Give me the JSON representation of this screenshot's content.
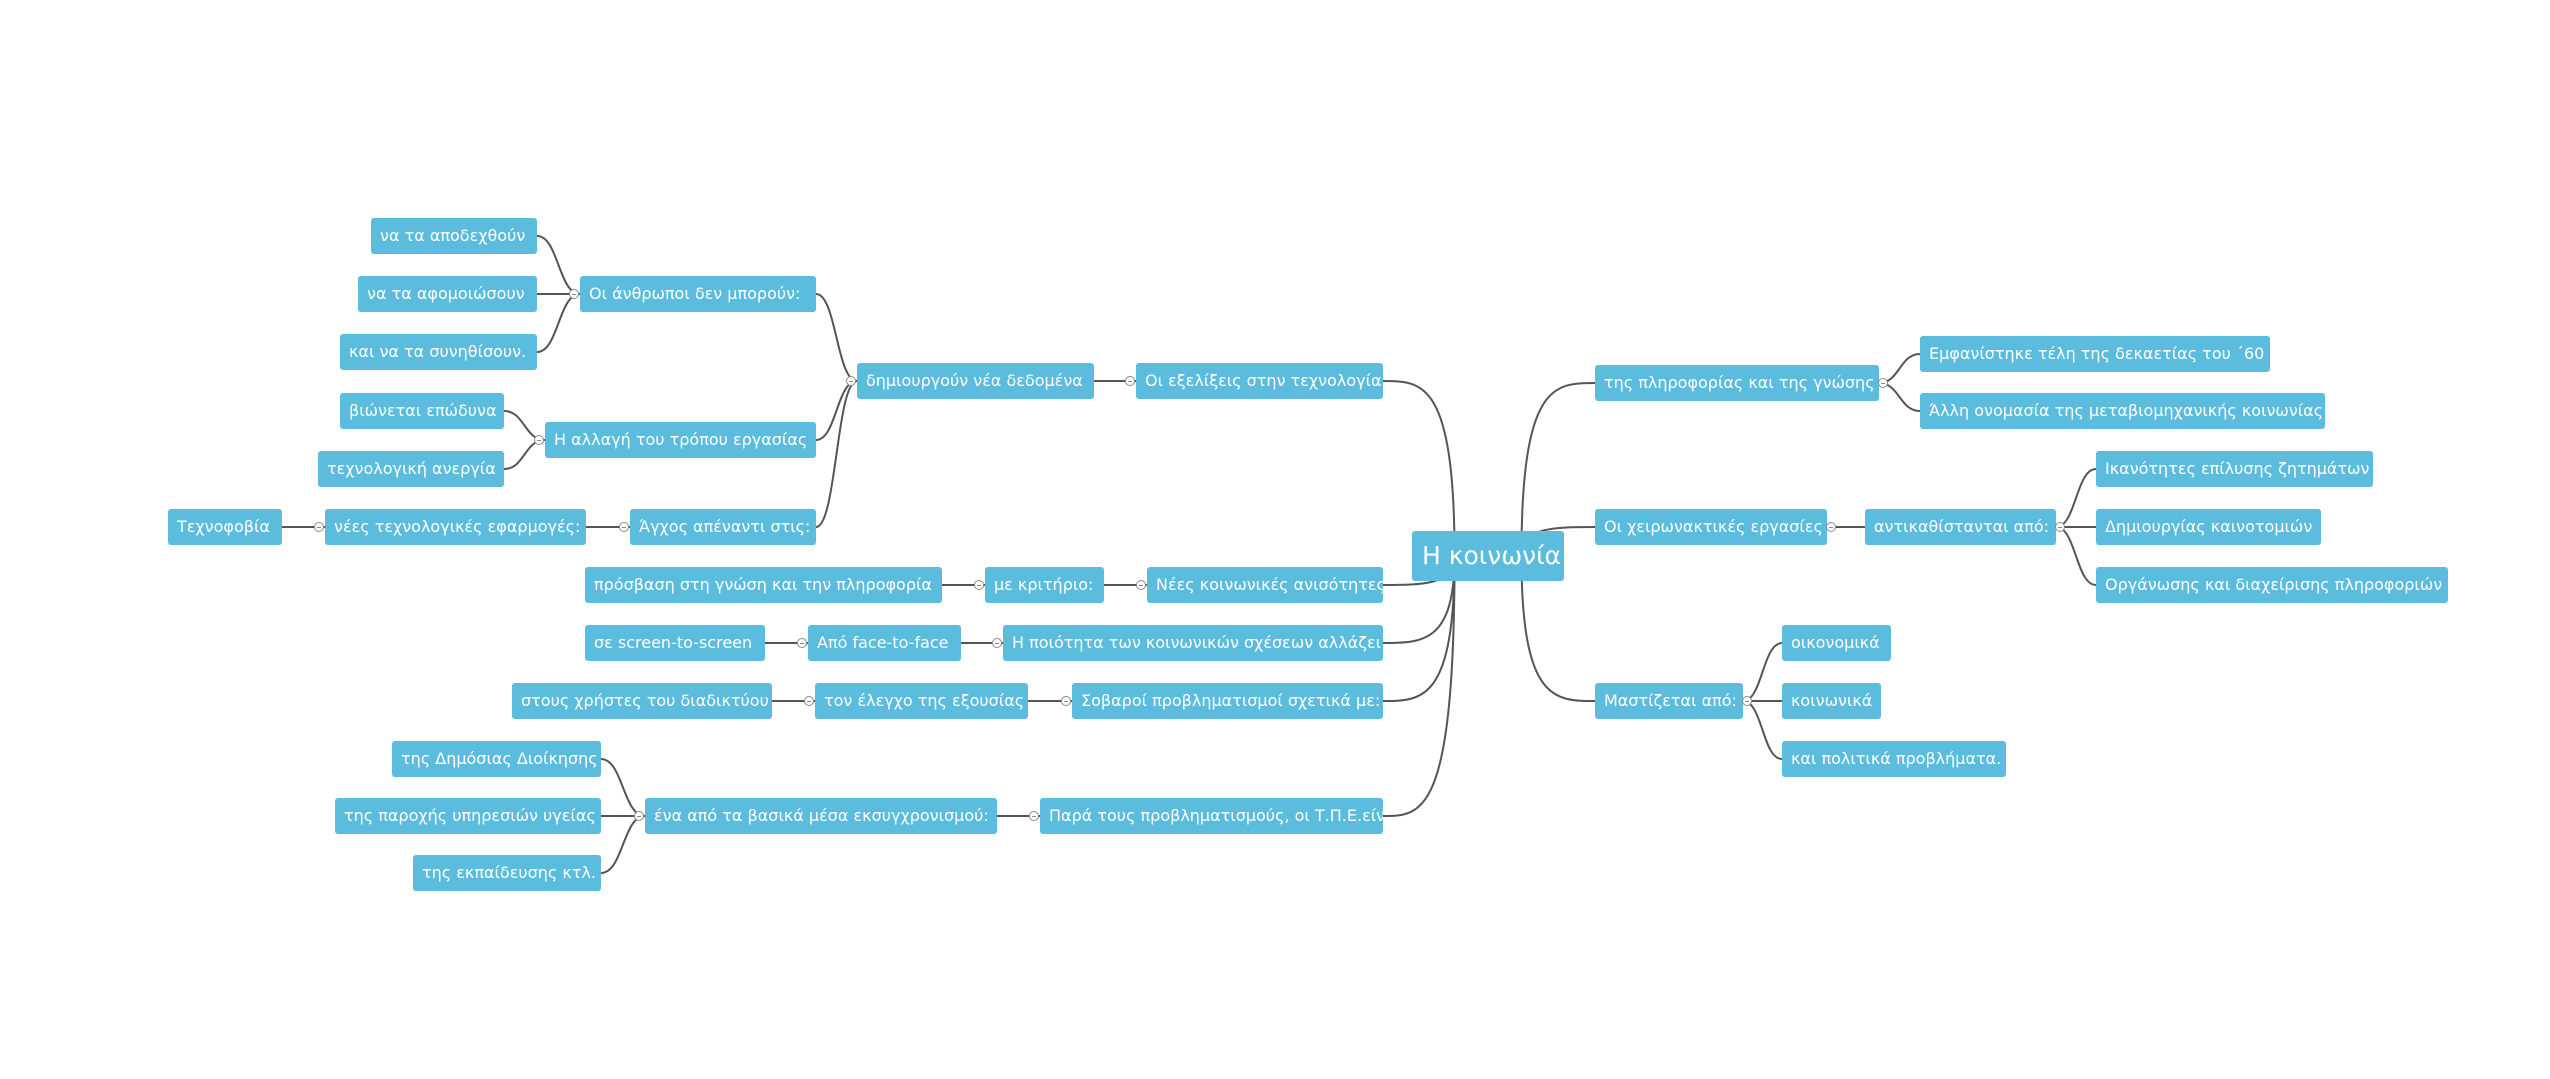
{
  "mindmap": {
    "root": "Η κοινωνία",
    "nodes": {
      "ria_pliroforias": "της πληροφορίας και της γνώσης",
      "emfanistike": "Εμφανίστηκε τέλη της δεκαετίας του ΄60",
      "alli_onomasia": "Άλλη ονομασία της μεταβιομηχανικής κοινωνίας",
      "xeironaktikes": "Οι χειρωνακτικές εργασίες",
      "antikathistantai": "αντικαθίστανται από:",
      "ikanotites": "Ικανότητες επίλυσης ζητημάτων",
      "dimiourgias": "Δημιουργίας καινοτομιών",
      "organosis": "Οργάνωσης και διαχείρισης πληροφοριών",
      "mastizetai": "Μαστίζεται από:",
      "oikonomika": "οικονομικά",
      "koinonika": "κοινωνικά",
      "politika": "και πολιτικά προβλήματα.",
      "exelixeis": "Οι εξελίξεις στην τεχνολογία",
      "dimiourgoun": "δημιουργούν νέα δεδομένα",
      "anthropoi": "Οι άνθρωποι δεν μπορούν:",
      "apodexthoun": "να τα αποδεχθούν",
      "afomoiosoun": "να τα αφομοιώσουν",
      "synithisoun": "και να τα συνηθίσουν.",
      "allagi": "Η αλλαγή του τρόπου εργασίας",
      "viönetai": "βιώνεται επώδυνα",
      "anergia": "τεχνολογική ανεργία",
      "agxos": "Άγχος απέναντι στις:",
      "nees_efarmoges": "νέες τεχνολογικές εφαρμογές:",
      "technofovia": "Τεχνοφοβία",
      "anisotites": "Νέες κοινωνικές ανισότητες",
      "kritirio": "με κριτήριο:",
      "prosvasi": "πρόσβαση στη γνώση και την πληροφορία",
      "poiotita": "Η ποιότητα των κοινωνικών σχέσεων αλλάζει",
      "face": "Από face-to-face",
      "screen": "σε screen-to-screen",
      "provlimatismoi": "Σοβαροί προβληματισμοί σχετικά με:",
      "elegxos": "τον έλεγχο της εξουσίας",
      "xristes": "στους χρήστες του διαδικτύου",
      "para": "Παρά τους προβληματισμούς, οι Τ.Π.Ε.είναι",
      "meso": "ένα από τα βασικά μέσα εκσυγχρονισμού:",
      "dioikisis": "της Δημόσιας Διοίκησης",
      "ygeias": "της παροχής υπηρεσιών υγείας",
      "ekpaideusis": "της εκπαίδευσης κτλ."
    }
  },
  "colors": {
    "node_fill": "#5bbcdd",
    "node_text": "#ffffff",
    "link": "#555555",
    "background": "#ffffff"
  }
}
